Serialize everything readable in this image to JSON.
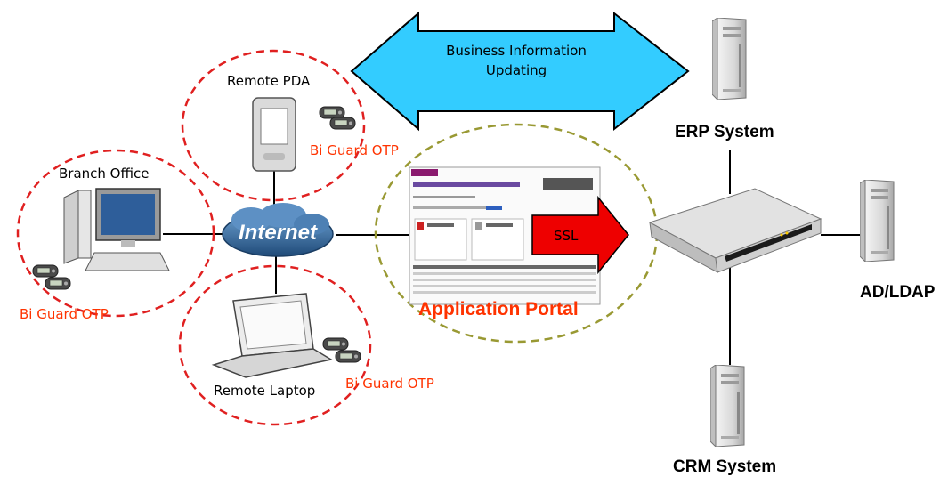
{
  "colors": {
    "otp_text": "#ff3300",
    "portal_text": "#ff3300",
    "arrow_fill": "#33ccff",
    "ssl_fill": "#ee0000",
    "remote_ring": "#e02020",
    "portal_ring": "#999933",
    "cloud": "#2a5c8c"
  },
  "banner": {
    "line1": "Business Information",
    "line2": "Updating"
  },
  "labels": {
    "remote_pda": "Remote PDA",
    "branch_office": "Branch Office",
    "remote_laptop": "Remote Laptop",
    "internet": "Internet",
    "ssl": "SSL",
    "application_portal": "Application Portal",
    "erp_system": "ERP System",
    "ad_ldap": "AD/LDAP",
    "crm_system": "CRM System"
  },
  "otp_labels": {
    "pda": "Bi Guard OTP",
    "branch": "Bi Guard OTP",
    "laptop": "Bi Guard OTP"
  },
  "icons": [
    "pda-icon",
    "desktop-pc-icon",
    "laptop-icon",
    "otp-token-icon",
    "internet-cloud-icon",
    "web-portal-screenshot",
    "vpn-gateway-appliance-icon",
    "server-tower-icon"
  ]
}
